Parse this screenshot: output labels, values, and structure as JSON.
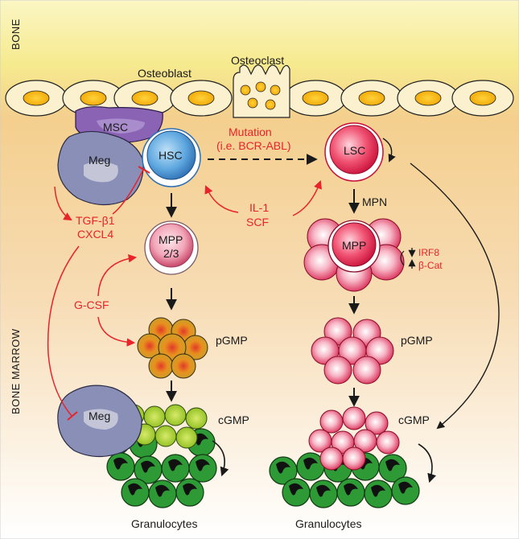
{
  "regions": {
    "bone": "BONE",
    "bone_marrow": "BONE MARROW"
  },
  "cells": {
    "osteoblast": "Osteoblast",
    "osteoclast": "Osteoclast",
    "msc": "MSC",
    "meg_top": "Meg",
    "meg_bottom": "Meg",
    "hsc": "HSC",
    "mpp_normal_line1": "MPP",
    "mpp_normal_line2": "2/3",
    "pgmp_normal": "pGMP",
    "cgmp_normal": "cGMP",
    "granulocytes_normal": "Granulocytes",
    "lsc": "LSC",
    "mpp_leukemic": "MPP",
    "pgmp_leukemic": "pGMP",
    "cgmp_leukemic": "cGMP",
    "granulocytes_leukemic": "Granulocytes"
  },
  "factors": {
    "mutation_line1": "Mutation",
    "mutation_line2": "(i.e. BCR-ABL)",
    "tgf_b1": "TGF-β1",
    "cxcl4": "CXCL4",
    "il1": "IL-1",
    "scf": "SCF",
    "gcsf": "G-CSF",
    "mpn": "MPN",
    "irf8": "IRF8",
    "b_cat": "β-Cat"
  },
  "colors": {
    "bone_top": "#f6eb8a",
    "bone_marrow": "#f3c98a",
    "inhibition_red": "#e8232a",
    "hsc_blue": "#3f8fd4",
    "lsc_red": "#e01e48",
    "meg_purple": "#8a8fb8",
    "msc_purple": "#8a63b5",
    "granulocyte_green": "#2e9a35",
    "pgmp_orange": "#e08a1e"
  }
}
